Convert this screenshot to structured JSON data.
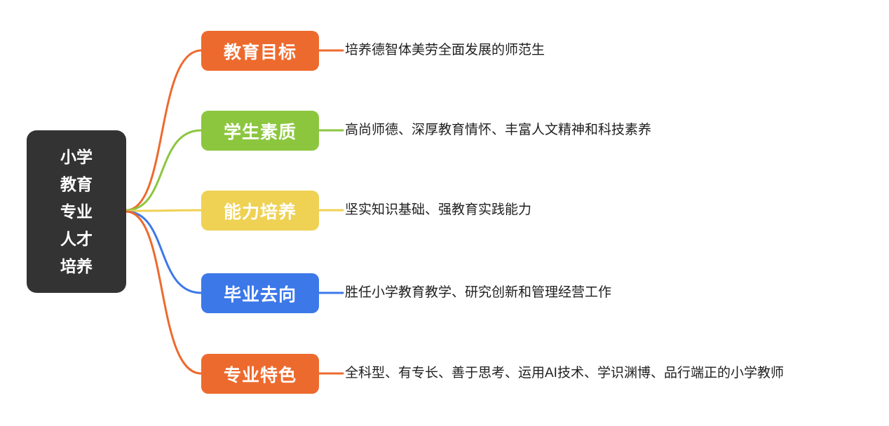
{
  "root": {
    "label": "小学\n教育\n专业\n人才\n培养",
    "color": "#333333",
    "text_color": "#FFFFFF"
  },
  "branches": [
    {
      "label": "教育目标",
      "description": "培养德智体美劳全面发展的师范生",
      "color": "#ED6A2E"
    },
    {
      "label": "学生素质",
      "description": "高尚师德、深厚教育情怀、丰富人文精神和科技素养",
      "color": "#8CC63F"
    },
    {
      "label": "能力培养",
      "description": "坚实知识基础、强教育实践能力",
      "color": "#EFD154"
    },
    {
      "label": "毕业去向",
      "description": "胜任小学教育教学、研究创新和管理经营工作",
      "color": "#3C78E8"
    },
    {
      "label": "专业特色",
      "description": "全科型、有专长、善于思考、运用AI技术、学识渊博、品行端正的小学教师",
      "color": "#ED6A2E"
    }
  ]
}
